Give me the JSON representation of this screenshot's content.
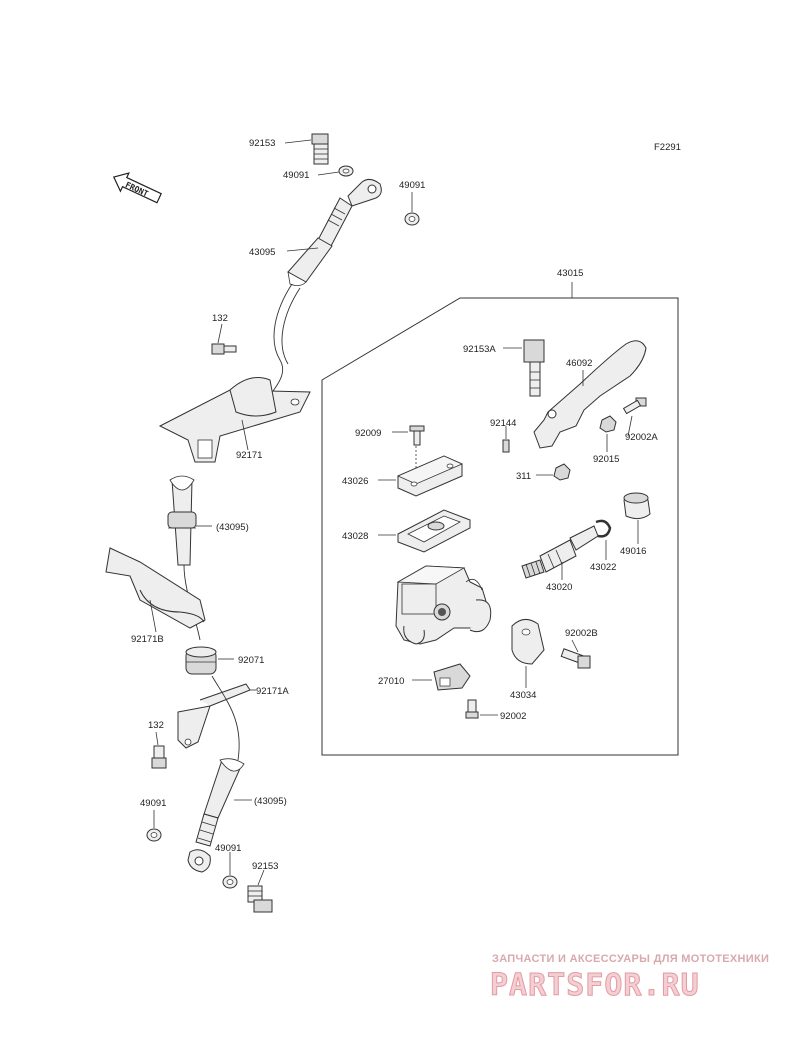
{
  "diagram_id": "F2291",
  "front_label": "FRONT",
  "group_label": "43015",
  "watermark": {
    "tagline": "ЗАПЧАСТИ И АКСЕССУАРЫ ДЛЯ МОТОТЕХНИКИ",
    "logo": "PARTSFOR.RU"
  },
  "labels": {
    "p92153_top": "92153",
    "p49091_a": "49091",
    "p49091_b": "49091",
    "p43095_top": "43095",
    "p132_top": "132",
    "p92171": "92171",
    "p43095_mid": "(43095)",
    "p92171b": "92171B",
    "p92071": "92071",
    "p92171a": "92171A",
    "p132_bot": "132",
    "p49091_c": "49091",
    "p43095_bot": "(43095)",
    "p49091_d": "49091",
    "p92153_bot": "92153",
    "p92153a": "92153A",
    "p46092": "46092",
    "p92144": "92144",
    "p92009": "92009",
    "p92002a": "92002A",
    "p92015": "92015",
    "p43026": "43026",
    "p311": "311",
    "p49016": "49016",
    "p43028": "43028",
    "p43022": "43022",
    "p43020": "43020",
    "p92002b": "92002B",
    "p27010": "27010",
    "p43034": "43034",
    "p92002": "92002"
  }
}
